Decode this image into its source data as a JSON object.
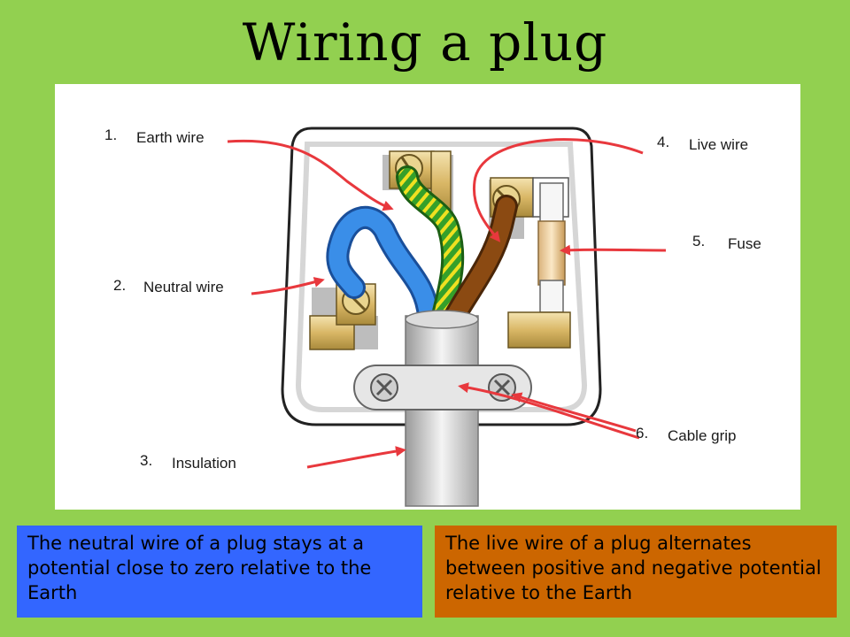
{
  "title": "Wiring a plug",
  "labels": [
    {
      "number": "1.",
      "text": "Earth wire"
    },
    {
      "number": "2.",
      "text": "Neutral wire"
    },
    {
      "number": "3.",
      "text": "Insulation"
    },
    {
      "number": "4.",
      "text": "Live wire"
    },
    {
      "number": "5.",
      "text": "Fuse"
    },
    {
      "number": "6.",
      "text": "Cable grip"
    }
  ],
  "captions": {
    "neutral": "The neutral wire of a plug stays at a potential close to zero relative to the Earth",
    "live": "The live wire of a plug alternates between positive and negative potential relative to the Earth"
  },
  "colors": {
    "background": "#92d050",
    "neutral_box": "#3366ff",
    "live_box": "#cc6600",
    "arrow": "#e8383d",
    "neutral_wire": "#3a8ee8",
    "live_wire": "#8b4a12",
    "earth_wire_green": "#35a02a",
    "earth_wire_yellow": "#f0e020"
  }
}
